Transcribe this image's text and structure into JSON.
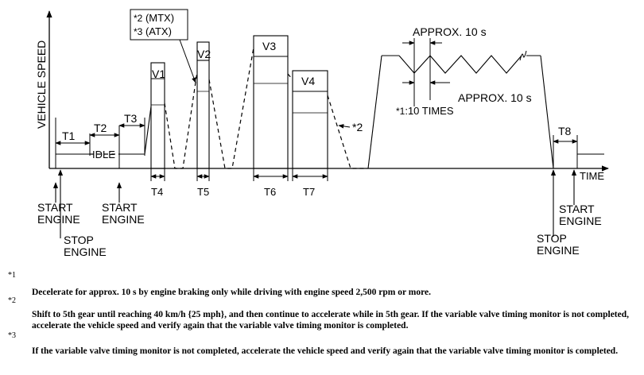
{
  "diagram": {
    "y_axis_label": "VEHICLE SPEED",
    "x_axis_label": "TIME",
    "idle_label": "IDLE",
    "speed_labels": [
      "V1",
      "V2",
      "V3",
      "V4"
    ],
    "time_labels": [
      "T1",
      "T2",
      "T3",
      "T4",
      "T5",
      "T6",
      "T7",
      "T8"
    ],
    "events": {
      "start_engine_1": [
        "START",
        "ENGINE"
      ],
      "stop_engine_1": [
        "STOP",
        "ENGINE"
      ],
      "start_engine_2": [
        "START",
        "ENGINE"
      ],
      "stop_engine_2": [
        "STOP",
        "ENGINE"
      ],
      "start_engine_3": [
        "START",
        "ENGINE"
      ]
    },
    "callout": {
      "line1_mark": "*2",
      "line1_text": " (MTX)",
      "line2_mark": "*3",
      "line2_text": " (ATX)"
    },
    "approx_top": "APPROX. 10 s",
    "approx_right": "APPROX. 10 s",
    "times_mark": "*1",
    "times_text": ":10 TIMES",
    "star2_label": "*2"
  },
  "notes": [
    {
      "mark": "*1",
      "text": "Decelerate for approx. 10 s by engine braking only while driving with engine speed 2,500 rpm or more."
    },
    {
      "mark": "*2",
      "text": "Shift to 5th gear until reaching 40 km/h {25 mph}, and then continue to accelerate while in 5th gear. If the variable valve timing monitor is not completed, accelerate the vehicle speed and verify again that the variable valve timing monitor is completed."
    },
    {
      "mark": "*3",
      "text": "If the variable valve timing monitor is not completed, accelerate the vehicle speed and verify again that the variable valve timing monitor is completed."
    }
  ]
}
